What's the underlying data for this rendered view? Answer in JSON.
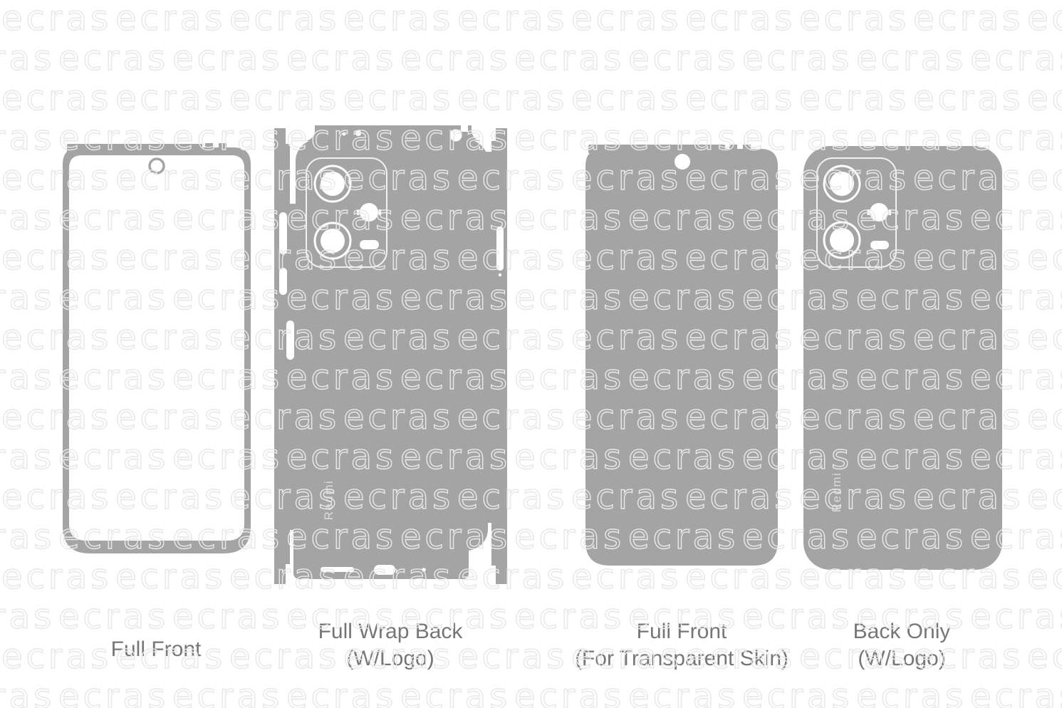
{
  "page": {
    "background": "#ffffff"
  },
  "watermark": {
    "text": "ecras",
    "color_on_white": "#e9e9e9",
    "color_on_gray": "rgba(255,255,255,0.30)"
  },
  "colors": {
    "template_gray": "#a4a4a4",
    "cutout_white": "#ffffff",
    "label_text": "#767676"
  },
  "templates": [
    {
      "id": "full-front",
      "label_lines": [
        "Full Front"
      ]
    },
    {
      "id": "full-wrap-back",
      "label_lines": [
        "Full Wrap Back",
        "(W/Logo)"
      ],
      "brand_logo": "Redmi"
    },
    {
      "id": "full-front-transparent",
      "label_lines": [
        "Full Front",
        "(For Transparent Skin)"
      ]
    },
    {
      "id": "back-only",
      "label_lines": [
        "Back Only",
        "(W/Logo)"
      ],
      "brand_logo": "Redmi"
    }
  ]
}
